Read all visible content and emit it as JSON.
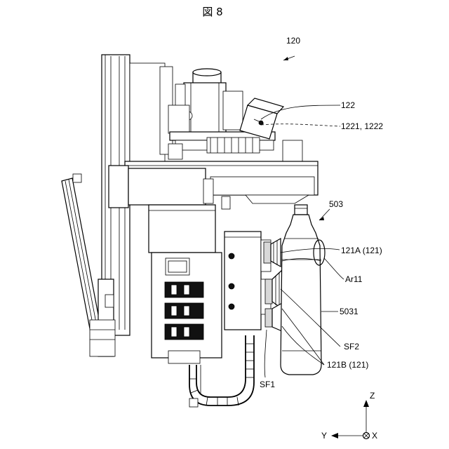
{
  "figure": {
    "title": "図 8",
    "labels": {
      "l120": "120",
      "l122": "122",
      "l1221": "1221, 1222",
      "l503": "503",
      "l121A": "121A (121)",
      "lAr11": "Ar11",
      "l5031": "5031",
      "lSF2": "SF2",
      "l121B": "121B (121)",
      "lSF1": "SF1"
    },
    "axes": {
      "z": "Z",
      "y": "Y",
      "x": "X"
    }
  }
}
